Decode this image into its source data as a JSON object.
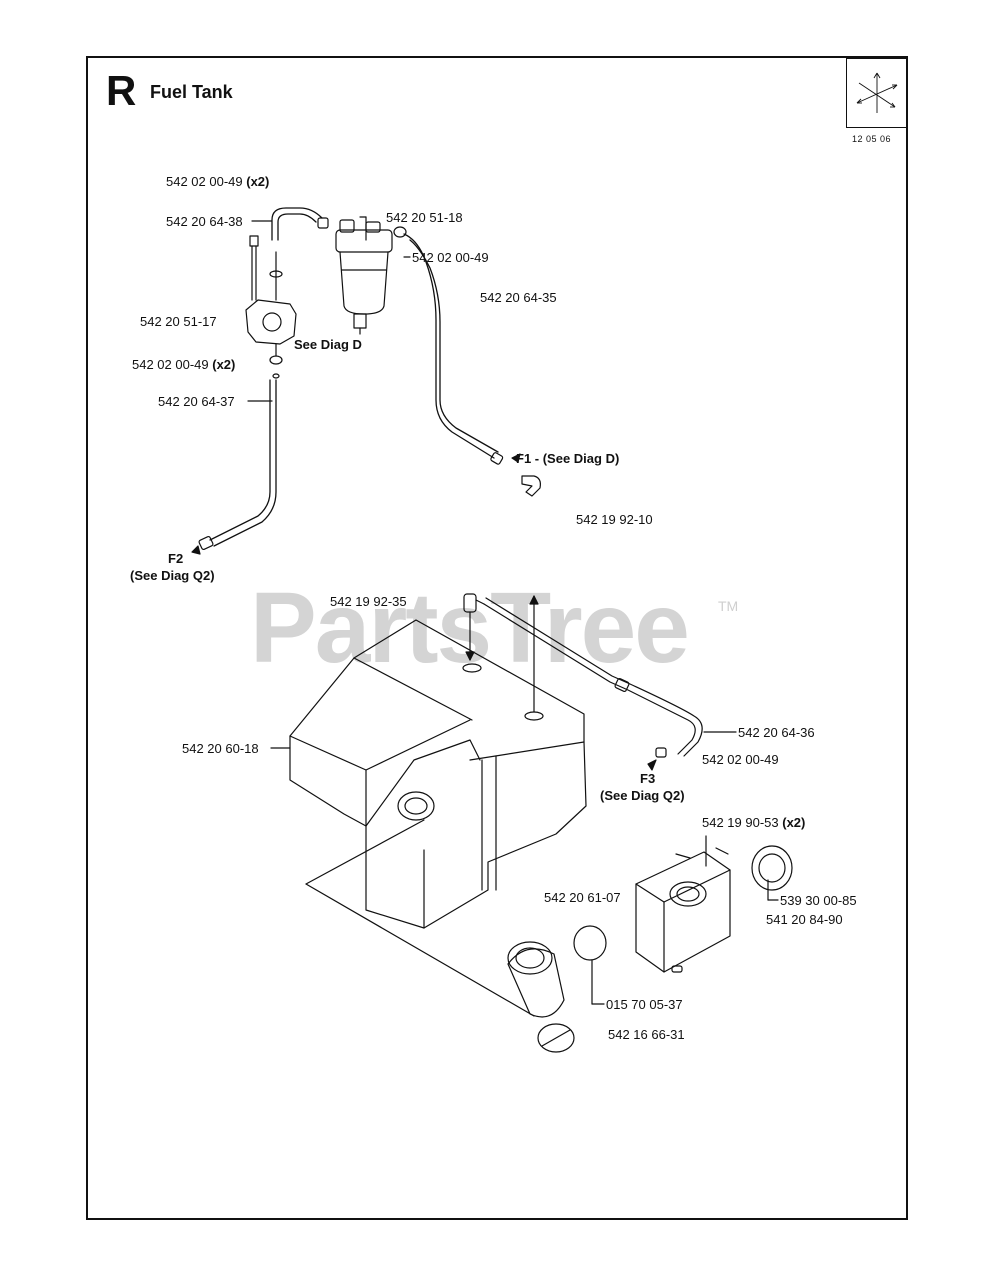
{
  "header": {
    "section_letter": "R",
    "title": "Fuel Tank",
    "date_code": "12 05 06"
  },
  "watermark": {
    "text": "PartsTree",
    "trademark": "TM"
  },
  "parts": [
    {
      "id": "p1",
      "text": "542 02 00-49",
      "suffix": " (x2)"
    },
    {
      "id": "p2",
      "text": "542 20 64-38",
      "suffix": ""
    },
    {
      "id": "p3",
      "text": "542 20 51-18",
      "suffix": ""
    },
    {
      "id": "p4",
      "text": "542 02 00-49",
      "suffix": ""
    },
    {
      "id": "p5",
      "text": "542 20 64-35",
      "suffix": ""
    },
    {
      "id": "p6",
      "text": "542 20 51-17",
      "suffix": ""
    },
    {
      "id": "p7",
      "text": "542 02 00-49",
      "suffix": " (x2)"
    },
    {
      "id": "p8",
      "text": "542 20 64-37",
      "suffix": ""
    },
    {
      "id": "p9",
      "text": "542 19 92-10",
      "suffix": ""
    },
    {
      "id": "p10",
      "text": "542 19 92-35",
      "suffix": ""
    },
    {
      "id": "p11",
      "text": "542 20 64-36",
      "suffix": ""
    },
    {
      "id": "p12",
      "text": "542 20 60-18",
      "suffix": ""
    },
    {
      "id": "p13",
      "text": "542 02 00-49",
      "suffix": ""
    },
    {
      "id": "p14",
      "text": "542 19 90-53",
      "suffix": " (x2)"
    },
    {
      "id": "p15",
      "text": "542 20 61-07",
      "suffix": ""
    },
    {
      "id": "p16",
      "text": "539 30 00-85",
      "suffix": ""
    },
    {
      "id": "p17",
      "text": "541 20 84-90",
      "suffix": ""
    },
    {
      "id": "p18",
      "text": "015 70 05-37",
      "suffix": ""
    },
    {
      "id": "p19",
      "text": "542 16 66-31",
      "suffix": ""
    }
  ],
  "references": {
    "see_diag_d": "See Diag D",
    "f1": "F1 - (See Diag D)",
    "f2_code": "F2",
    "f2_ref": "(See Diag Q2)",
    "f3_code": "F3",
    "f3_ref": "(See Diag Q2)"
  }
}
